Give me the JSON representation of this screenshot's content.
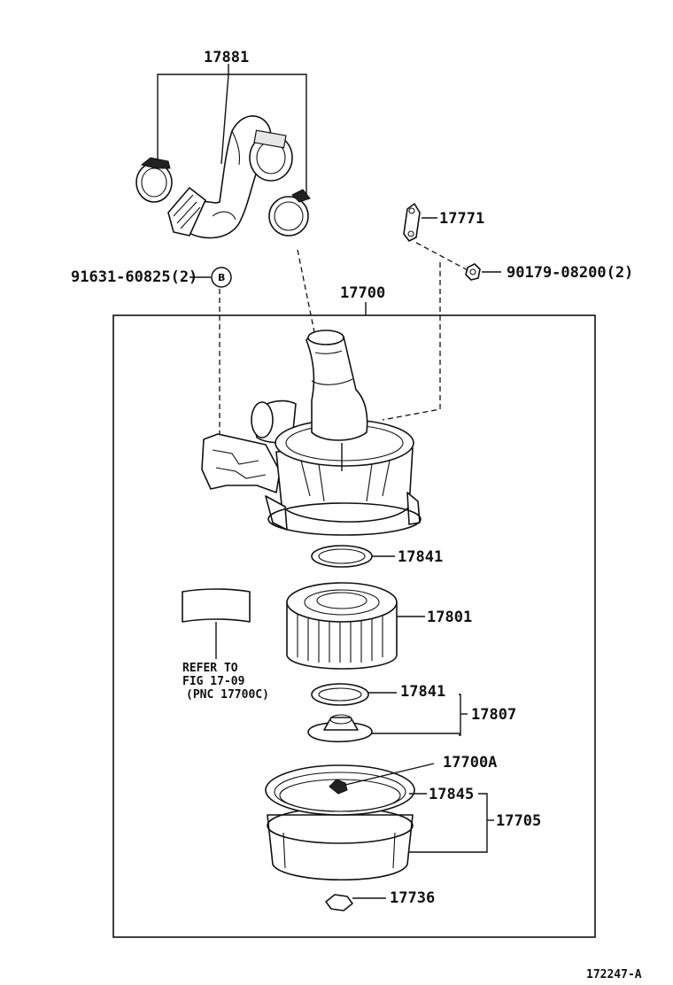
{
  "labels": {
    "p17881": "17881",
    "p17771": "17771",
    "p91631": "91631-60825(2)",
    "circle_b": "B",
    "p90179": "90179-08200(2)",
    "p17700": "17700",
    "p17841_top": "17841",
    "p17801": "17801",
    "refer_line1": "REFER TO",
    "refer_line2": "FIG 17-09",
    "refer_line3": "(PNC 17700C)",
    "p17841_bottom": "17841",
    "p17807": "17807",
    "p17700a": "17700A",
    "p17845": "17845",
    "p17705": "17705",
    "p17736": "17736",
    "figure_code": "172247-A"
  }
}
